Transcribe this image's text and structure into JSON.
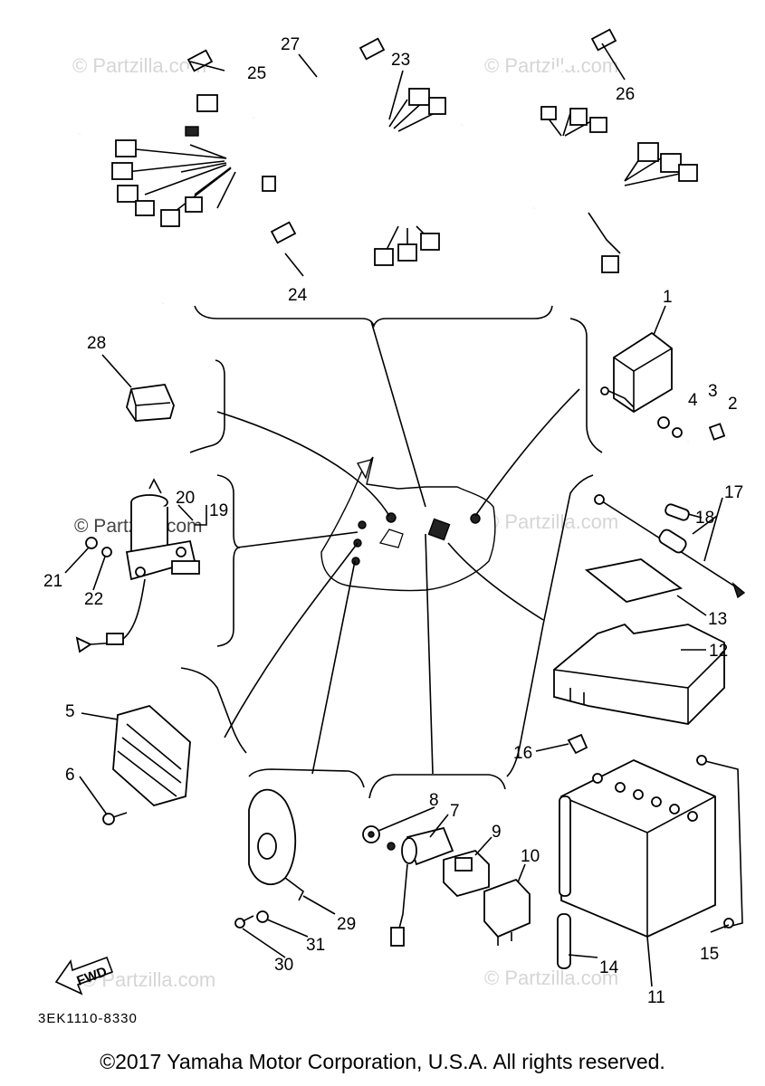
{
  "callouts": {
    "c1": "1",
    "c2": "2",
    "c3": "3",
    "c4": "4",
    "c5": "5",
    "c6": "6",
    "c7": "7",
    "c8": "8",
    "c9": "9",
    "c10": "10",
    "c11": "11",
    "c12": "12",
    "c13": "13",
    "c14": "14",
    "c15": "15",
    "c16": "16",
    "c17": "17",
    "c18": "18",
    "c19": "19",
    "c20": "20",
    "c21": "21",
    "c22": "22",
    "c23": "23",
    "c24": "24",
    "c25": "25",
    "c26": "26",
    "c27": "27",
    "c28": "28",
    "c29": "29",
    "c30": "30",
    "c31": "31"
  },
  "watermark": "© Partzilla.com",
  "diagram_code": "3EK1110-8330",
  "fwd_label": "FWD",
  "copyright": "©2017 Yamaha Motor Corporation, U.S.A. All rights reserved."
}
